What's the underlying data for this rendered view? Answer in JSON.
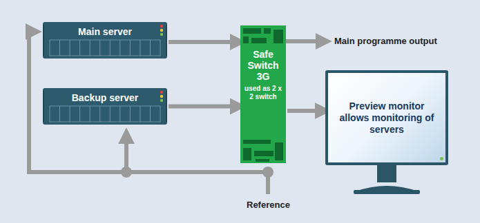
{
  "diagram": {
    "nodes": [
      {
        "text": [
          "Main server"
        ]
      },
      {
        "text": [
          "Backup server"
        ]
      },
      {
        "text": [
          "Safe Switch 3G",
          "used as 2 x 2 switch"
        ]
      },
      {
        "text": [
          "Preview monitor allows monitoring of servers"
        ]
      }
    ],
    "edges": [
      {
        "from": 0,
        "to": 2,
        "arrow": "to"
      },
      {
        "from": 1,
        "to": 2,
        "arrow": "to"
      },
      {
        "from": 2,
        "to": 3,
        "arrow": "to"
      }
    ],
    "labels": [
      "Main programme output",
      "Reference"
    ]
  }
}
